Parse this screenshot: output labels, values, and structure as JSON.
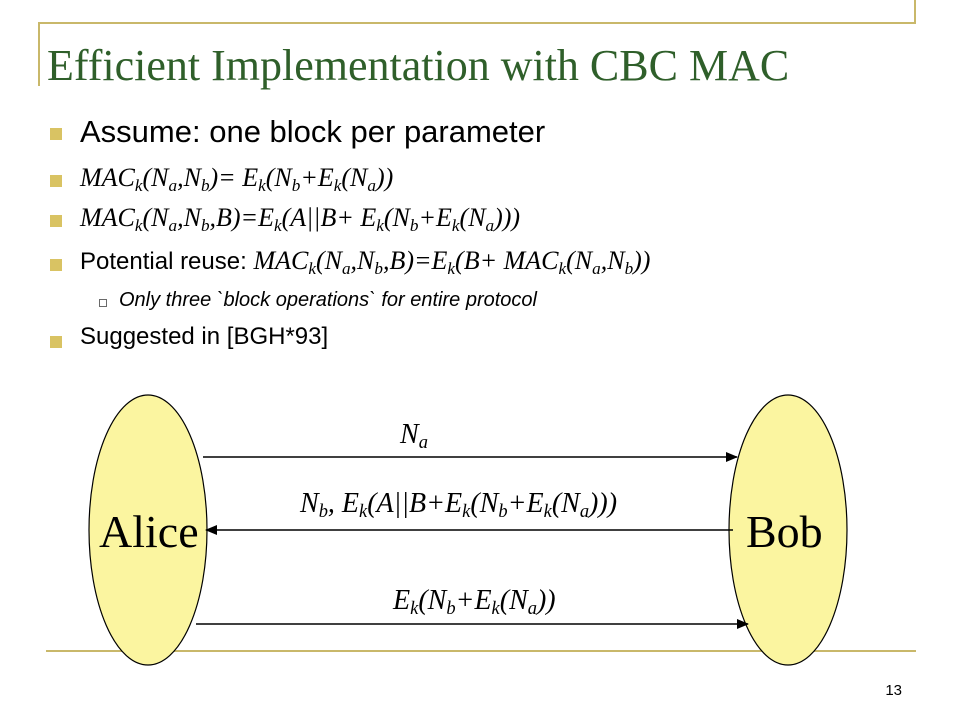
{
  "slide": {
    "title": "Efficient Implementation with CBC MAC",
    "page_number": "13"
  },
  "bullets": {
    "b1": "Assume: one block per parameter",
    "b2": {
      "t1": "MAC",
      "s1": "k",
      "t2": "(N",
      "s2": "a",
      "t3": ",N",
      "s3": "b",
      "t4": ")= E",
      "s4": "k",
      "t5": "(N",
      "s5": "b",
      "t6": "+E",
      "s6": "k",
      "t7": "(N",
      "s7": "a",
      "t8": "))"
    },
    "b3": {
      "t1": "MAC",
      "s1": "k",
      "t2": "(N",
      "s2": "a",
      "t3": ",N",
      "s3": "b",
      "t4": ",B)=E",
      "s4": "k",
      "t5": "(A||B+ E",
      "s5": "k",
      "t6": "(N",
      "s6": "b",
      "t7": "+E",
      "s7": "k",
      "t8": "(N",
      "s8": "a",
      "t9": ")))"
    },
    "b4": {
      "prefix": "Potential reuse: ",
      "t1": "MAC",
      "s1": "k",
      "t2": "(N",
      "s2": "a",
      "t3": ",N",
      "s3": "b",
      "t4": ",B)=E",
      "s4": "k",
      "t5": "(B+ MAC",
      "s5": "k",
      "t6": "(N",
      "s6": "a",
      "t7": ",N",
      "s7": "b",
      "t8": "))"
    },
    "sub1": "Only three `block operations` for entire protocol",
    "b5": "Suggested in [BGH*93]"
  },
  "diagram": {
    "alice": "Alice",
    "bob": "Bob",
    "m1": {
      "t1": "N",
      "s1": "a"
    },
    "m2": {
      "t1": "N",
      "s1": "b",
      "t2": ", E",
      "s2": "k",
      "t3": "(A||B+E",
      "s3": "k",
      "t4": "(N",
      "s4": "b",
      "t5": "+E",
      "s5": "k",
      "t6": "(N",
      "s6": "a",
      "t7": ")))"
    },
    "m3": {
      "t1": "E",
      "s1": "k",
      "t2": "(N",
      "s2": "b",
      "t3": "+E",
      "s3": "k",
      "t4": "(N",
      "s4": "a",
      "t5": "))"
    },
    "ellipse_fill": "#fbf5a0"
  },
  "colors": {
    "title": "#2f5f2a",
    "accent_lines": "#c9b86a",
    "bullet": "#d9c363"
  }
}
